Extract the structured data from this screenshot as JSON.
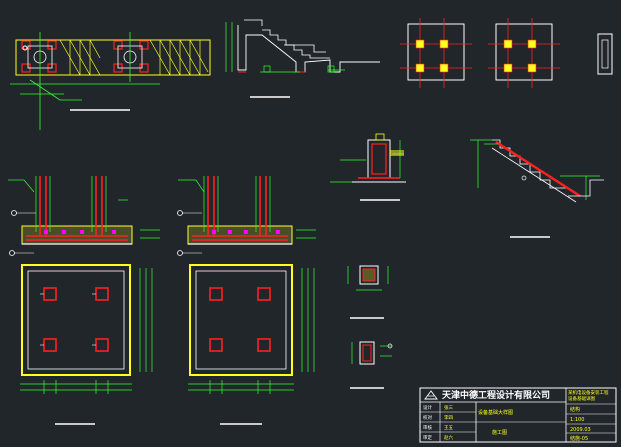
{
  "title_block": {
    "company": "天津中德工程设计有限公司",
    "project_name": "某机电设备安装工程",
    "drawing_title": "设备基础详图",
    "sheet_title": "设备基础大样图",
    "scale": "1:100",
    "sheet_label": "结构",
    "sheet_no": "结施-05",
    "date": "2009.03",
    "rows": [
      "设计",
      "校对",
      "审核",
      "审定"
    ],
    "names": [
      "张三",
      "李四",
      "王五",
      "赵六"
    ],
    "stage": "施工图"
  },
  "colors": {
    "background": "#21262b",
    "rebar": "#ff2020",
    "dim": "#30ff30",
    "concrete": "#ffff20",
    "outline": "#ffffff",
    "hatch": "#ff00ff",
    "cyan": "#20e0ff"
  }
}
